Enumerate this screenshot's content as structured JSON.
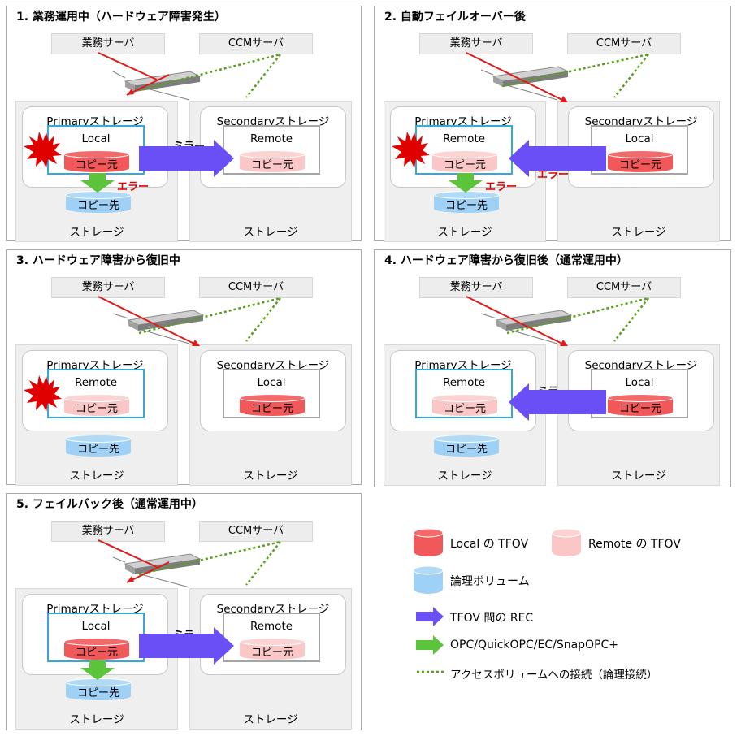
{
  "panels": [
    {
      "title": "1. 業務運用中（ハードウェア障害発生）"
    },
    {
      "title": "2. 自動フェイルオーバー後"
    },
    {
      "title": "3. ハードウェア障害から復旧中"
    },
    {
      "title": "4. ハードウェア障害から復旧後（通常運用中）"
    },
    {
      "title": "5. フェイルバック後（通常運用中）"
    }
  ],
  "labels": {
    "biz_server": "業務サーバ",
    "ccm_server": "CCMサーバ",
    "primary": "Primaryストレージ",
    "secondary": "Secondaryストレージ",
    "storage": "ストレージ",
    "local": "Local",
    "remote": "Remote",
    "copy_src": "コピー元",
    "copy_dst": "コピー先",
    "mirror": "ミラー",
    "error": "エラー"
  },
  "legend": {
    "local_tfov": "Local の TFOV",
    "remote_tfov": "Remote の TFOV",
    "logical_volume": "論理ボリューム",
    "rec": "TFOV 間の REC",
    "opc": "OPC/QuickOPC/EC/SnapOPC+",
    "access": "アクセスボリュームへの接続（論理接続）"
  },
  "colors": {
    "local_cyl": "#f0585a",
    "remote_cyl": "#fbc6c6",
    "logical_cyl": "#9fd0f5",
    "rec_arrow": "#6b4ff6",
    "opc_arrow": "#5cc43a",
    "dotted_line": "#5a9f1c",
    "server_line": "#e01a1a",
    "error_text": "#e00000"
  }
}
